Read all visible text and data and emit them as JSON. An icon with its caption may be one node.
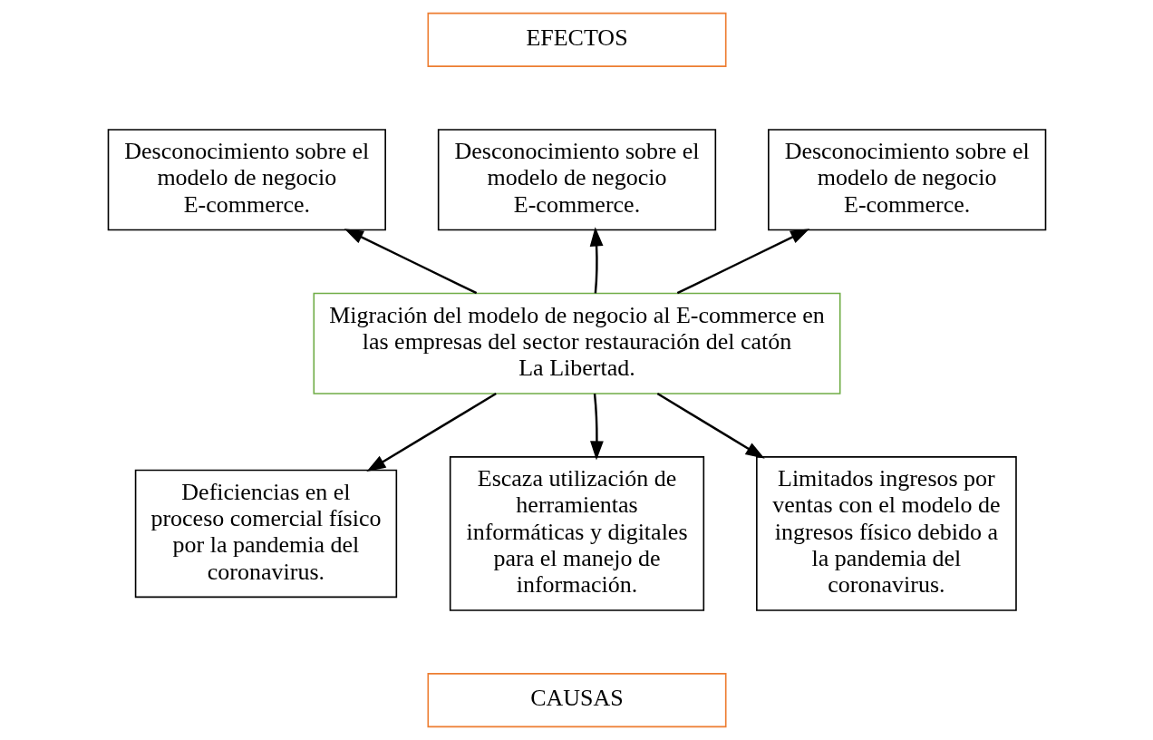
{
  "diagram": {
    "nodes": [
      {
        "text": [
          "EFECTOS"
        ]
      },
      {
        "text": [
          "Desconocimiento sobre el modelo de negocio E-commerce."
        ]
      },
      {
        "text": [
          "Desconocimiento sobre el modelo de negocio E-commerce."
        ]
      },
      {
        "text": [
          "Desconocimiento sobre el modelo de negocio E-commerce."
        ]
      },
      {
        "text": [
          "Migración del modelo de negocio al E-commerce en las empresas del sector restauración del catón La Libertad."
        ]
      },
      {
        "text": [
          "Deficiencias en el proceso comercial físico por la pandemia del coronavirus."
        ]
      },
      {
        "text": [
          "Escaza utilización de herramientas informáticas y digitales para el manejo de información."
        ]
      },
      {
        "text": [
          "Limitados ingresos por ventas con el modelo de ingresos físico debido a la pandemia del coronavirus."
        ]
      },
      {
        "text": [
          "CAUSAS"
        ]
      }
    ],
    "edges": [
      {
        "from": 4,
        "to": 1,
        "arrow": "to"
      },
      {
        "from": 4,
        "to": 2,
        "arrow": "to"
      },
      {
        "from": 4,
        "to": 3,
        "arrow": "to"
      },
      {
        "from": 4,
        "to": 5,
        "arrow": "to"
      },
      {
        "from": 4,
        "to": 6,
        "arrow": "to"
      },
      {
        "from": 4,
        "to": 7,
        "arrow": "to"
      }
    ]
  }
}
